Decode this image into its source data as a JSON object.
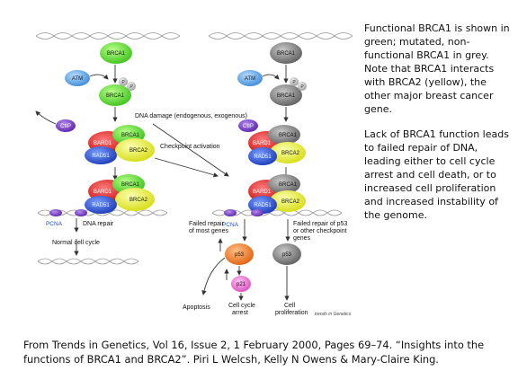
{
  "side_text": {
    "paragraph_1": "Functional BRCA1 is shown in green; mutated, non-functional BRCA1 in grey. Note that BRCA1 interacts with BRCA2 (yellow), the other major breast cancer gene.",
    "paragraph_2": "Lack of BRCA1 function leads to failed repair of DNA, leading either to cell cycle arrest and cell death, or to increased cell proliferation and increased instability of the genome."
  },
  "citation": "From Trends in Genetics, Vol 16, Issue 2, 1 February 2000, Pages 69–74. “Insights into the functions of BRCA1 and BRCA2”.  Piri L Welcsh, Kelly N Owens & Mary-Claire King.",
  "diagram": {
    "proteins": {
      "brca1": "BRCA1",
      "atm": "ATM",
      "ctip": "CtIP",
      "bard1": "BARD1",
      "brca2": "BRCA2",
      "rad51": "RAD51",
      "pcna": "PCNA",
      "p53": "p53",
      "p21": "p21",
      "phospho": "P"
    },
    "labels": {
      "dna_damage": "DNA damage (endogenous, exogenous)",
      "checkpoint": "Checkpoint activation",
      "dna_repair": "DNA repair",
      "normal_cycle": "Normal cell cycle",
      "failed_repair_most": "Failed repair of most genes",
      "failed_repair_p53": "Failed repair of p53 or other checkpoint genes",
      "apoptosis": "Apoptosis",
      "cell_cycle_arrest": "Cell cycle arrest",
      "cell_proliferation": "Cell proliferation",
      "journal_tag": "trends in Genetics"
    },
    "colors": {
      "functional_brca1": "#5fe03a",
      "mutated_brca1": "#8a8a8a",
      "brca2": "#eaf03a",
      "bard1": "#e21e1e",
      "rad51": "#2a4fd6",
      "atm": "#5aa6e8",
      "ctip": "#7b3fc6",
      "p53": "#f07a1e",
      "p21": "#ee7ad8"
    }
  }
}
